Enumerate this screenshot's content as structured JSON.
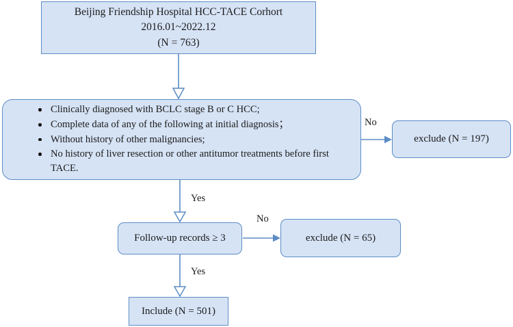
{
  "diagram": {
    "title_box": {
      "lines": [
        "Beijing Friendship Hospital HCC-TACE Corhort",
        "2016.01~2022.12",
        "(N = 763)"
      ],
      "line1": "Beijing Friendship Hospital HCC-TACE Corhort",
      "line2": "2016.01~2022.12",
      "line3": "(N = 763)"
    },
    "criteria_box": {
      "items": [
        "Clinically diagnosed with BCLC stage B or C HCC;",
        "Complete data of any of the following at initial diagnosis；",
        "Without history of other malignancies;",
        "No history of liver resection or other antitumor treatments before first TACE."
      ],
      "item1": "Clinically diagnosed with BCLC stage B or C HCC;",
      "item2": "Complete data of any of the following at initial diagnosis；",
      "item3": "Without history of other malignancies;",
      "item4": "No history of liver resection or other antitumor treatments before first TACE."
    },
    "exclude_197": "exclude (N = 197)",
    "followup": "Follow-up records ≥ 3",
    "exclude_65": "exclude (N = 65)",
    "include": "Include (N = 501)",
    "edges": {
      "no_1": "No",
      "yes_1": "Yes",
      "no_2": "No",
      "yes_2": "Yes"
    },
    "colors": {
      "node_fill": "#d6e3f5",
      "node_border": "#5b8cc4",
      "connector": "#5b8cc4",
      "text": "#1a1a1a",
      "page_background": "#ffffff"
    }
  }
}
